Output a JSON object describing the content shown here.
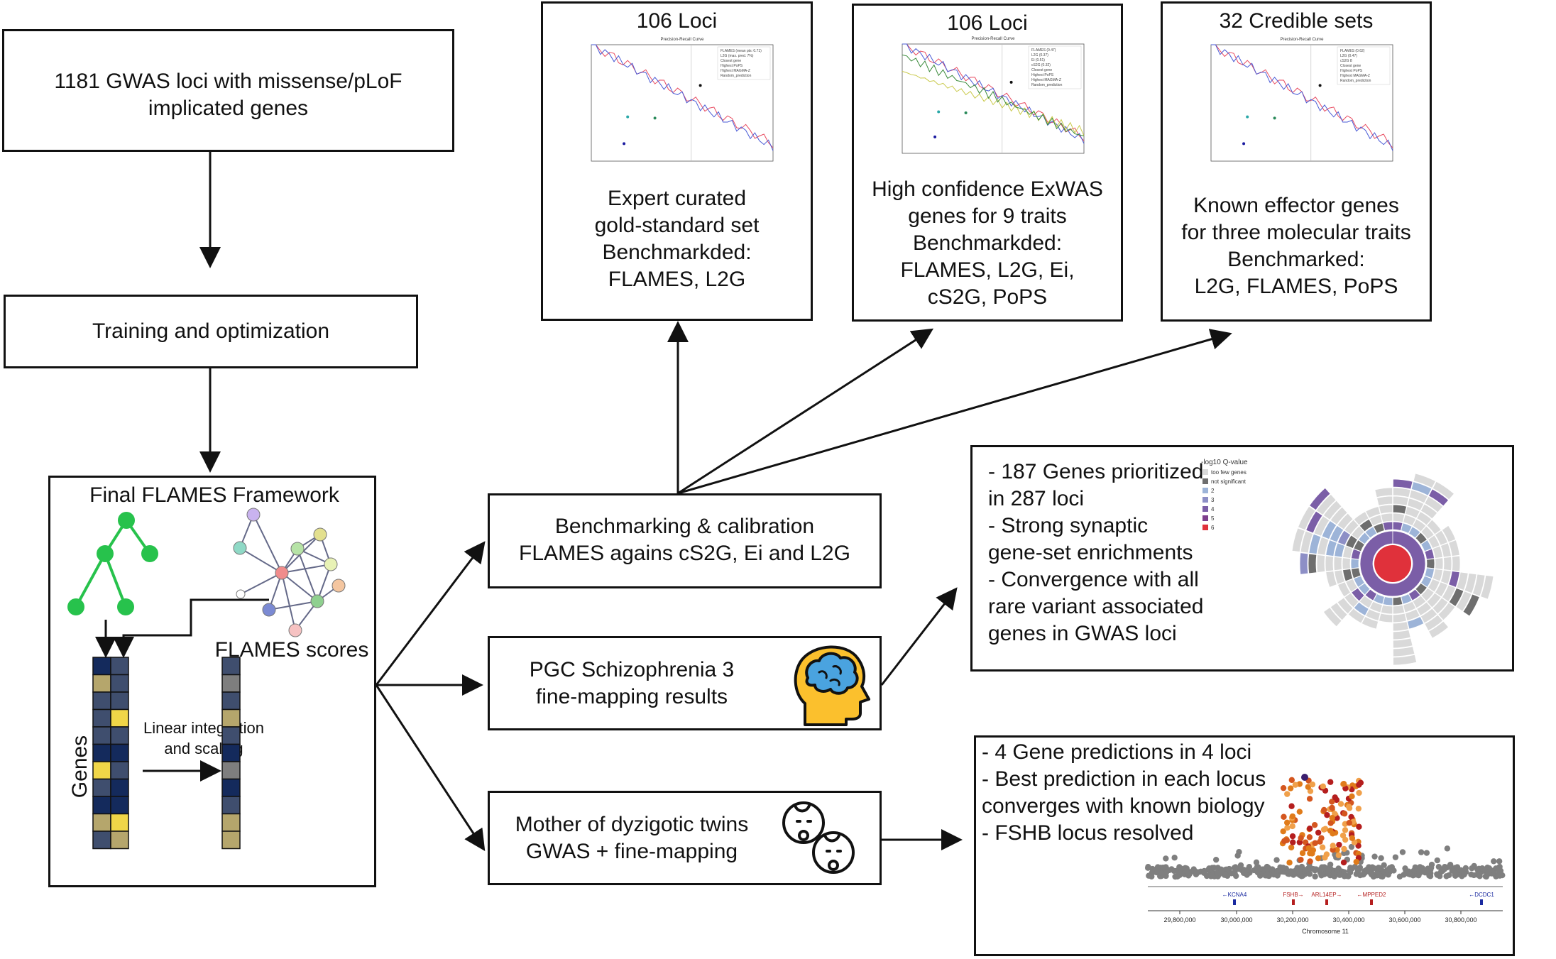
{
  "gwas_box": {
    "text": "1181 GWAS loci with missense/pLoF\nimplicated genes"
  },
  "training_box": {
    "text": "Training and optimization"
  },
  "framework": {
    "title": "Final FLAMES Framework",
    "scores_label": "FLAMES scores",
    "genes_label": "Genes",
    "integration_label": "Linear integration\nand scaling"
  },
  "bench_box": {
    "text": "Benchmarking & calibration\nFLAMES agains cS2G, Ei and L2G"
  },
  "scz_box": {
    "text": "PGC Schizophrenia 3\nfine-mapping results"
  },
  "twins_box": {
    "text": "Mother of dyzigotic twins\nGWAS + fine-mapping"
  },
  "panels": [
    {
      "title": "106 Loci",
      "caption": "Expert curated\ngold-standard set\nBenchmarkded:\nFLAMES, L2G",
      "plot_title": "Precision-Recall Curve",
      "legend": [
        "FLAMES (mean pts: 0.71)",
        "L2G (max. pred. 7%)",
        "Closest gene",
        "Highest PoPS",
        "Highest MAGMA-Z",
        "Random_prediction"
      ]
    },
    {
      "title": "106 Loci",
      "caption": "High confidence ExWAS\ngenes for 9 traits\nBenchmarkded:\nFLAMES, L2G, Ei,\ncS2G, PoPS",
      "plot_title": "Precision-Recall Curve",
      "legend": [
        "FLAMES (0.47)",
        "L2G (0.37)",
        "Ei (0.51)",
        "cS2G (0.32)",
        "Closest gene",
        "Highest PoPS",
        "Highest MAGMA-Z",
        "Random_prediction"
      ]
    },
    {
      "title": "32 Credible sets",
      "caption": "Known effector genes\nfor three molecular traits\nBenchmarked:\nL2G, FLAMES, PoPS",
      "plot_title": "Precision-Recall Curve",
      "legend": [
        "FLAMES (0.62)",
        "L2G (0.47)",
        "cS2G 8",
        "Closest gene",
        "Highest PoPS",
        "Highest MAGMA-Z",
        "Random_prediction"
      ]
    }
  ],
  "scz_results": {
    "bullets": [
      "- 187 Genes  prioritized\n   in 287 loci",
      "- Strong synaptic\n   gene-set enrichments",
      "- Convergence with all\n   rare variant associated\n   genes in GWAS loci"
    ],
    "legend_title": "-log10 Q-value",
    "legend": [
      {
        "label": "too few genes",
        "color": "#d9d9d9"
      },
      {
        "label": "not significant",
        "color": "#6e6e6e"
      },
      {
        "label": "2",
        "color": "#9db4d8"
      },
      {
        "label": "3",
        "color": "#8d8fc6"
      },
      {
        "label": "4",
        "color": "#7b5ea7"
      },
      {
        "label": "5",
        "color": "#7d3e8c"
      },
      {
        "label": "6",
        "color": "#e0313b"
      }
    ]
  },
  "twins_results": {
    "bullets": [
      "- 4 Gene predictions in 4 loci",
      "- Best prediction in each locus\n   converges with known biology",
      "- FSHB locus resolved"
    ],
    "genes": [
      "←KCNA4",
      "FSHB→",
      "ARL14EP→",
      "←MPPED2",
      "←DCDC1"
    ],
    "ticks": [
      "29,800,000",
      "30,000,000",
      "30,200,000",
      "30,400,000",
      "30,600,000",
      "30,800,000"
    ],
    "xlabel": "Chromosome 11"
  },
  "colors": {
    "navy": "#142a5c",
    "slate": "#3f4e6e",
    "gold": "#f0d648",
    "khaki": "#b5a66c",
    "grey": "#7e7e7e",
    "green": "#27c24c"
  }
}
